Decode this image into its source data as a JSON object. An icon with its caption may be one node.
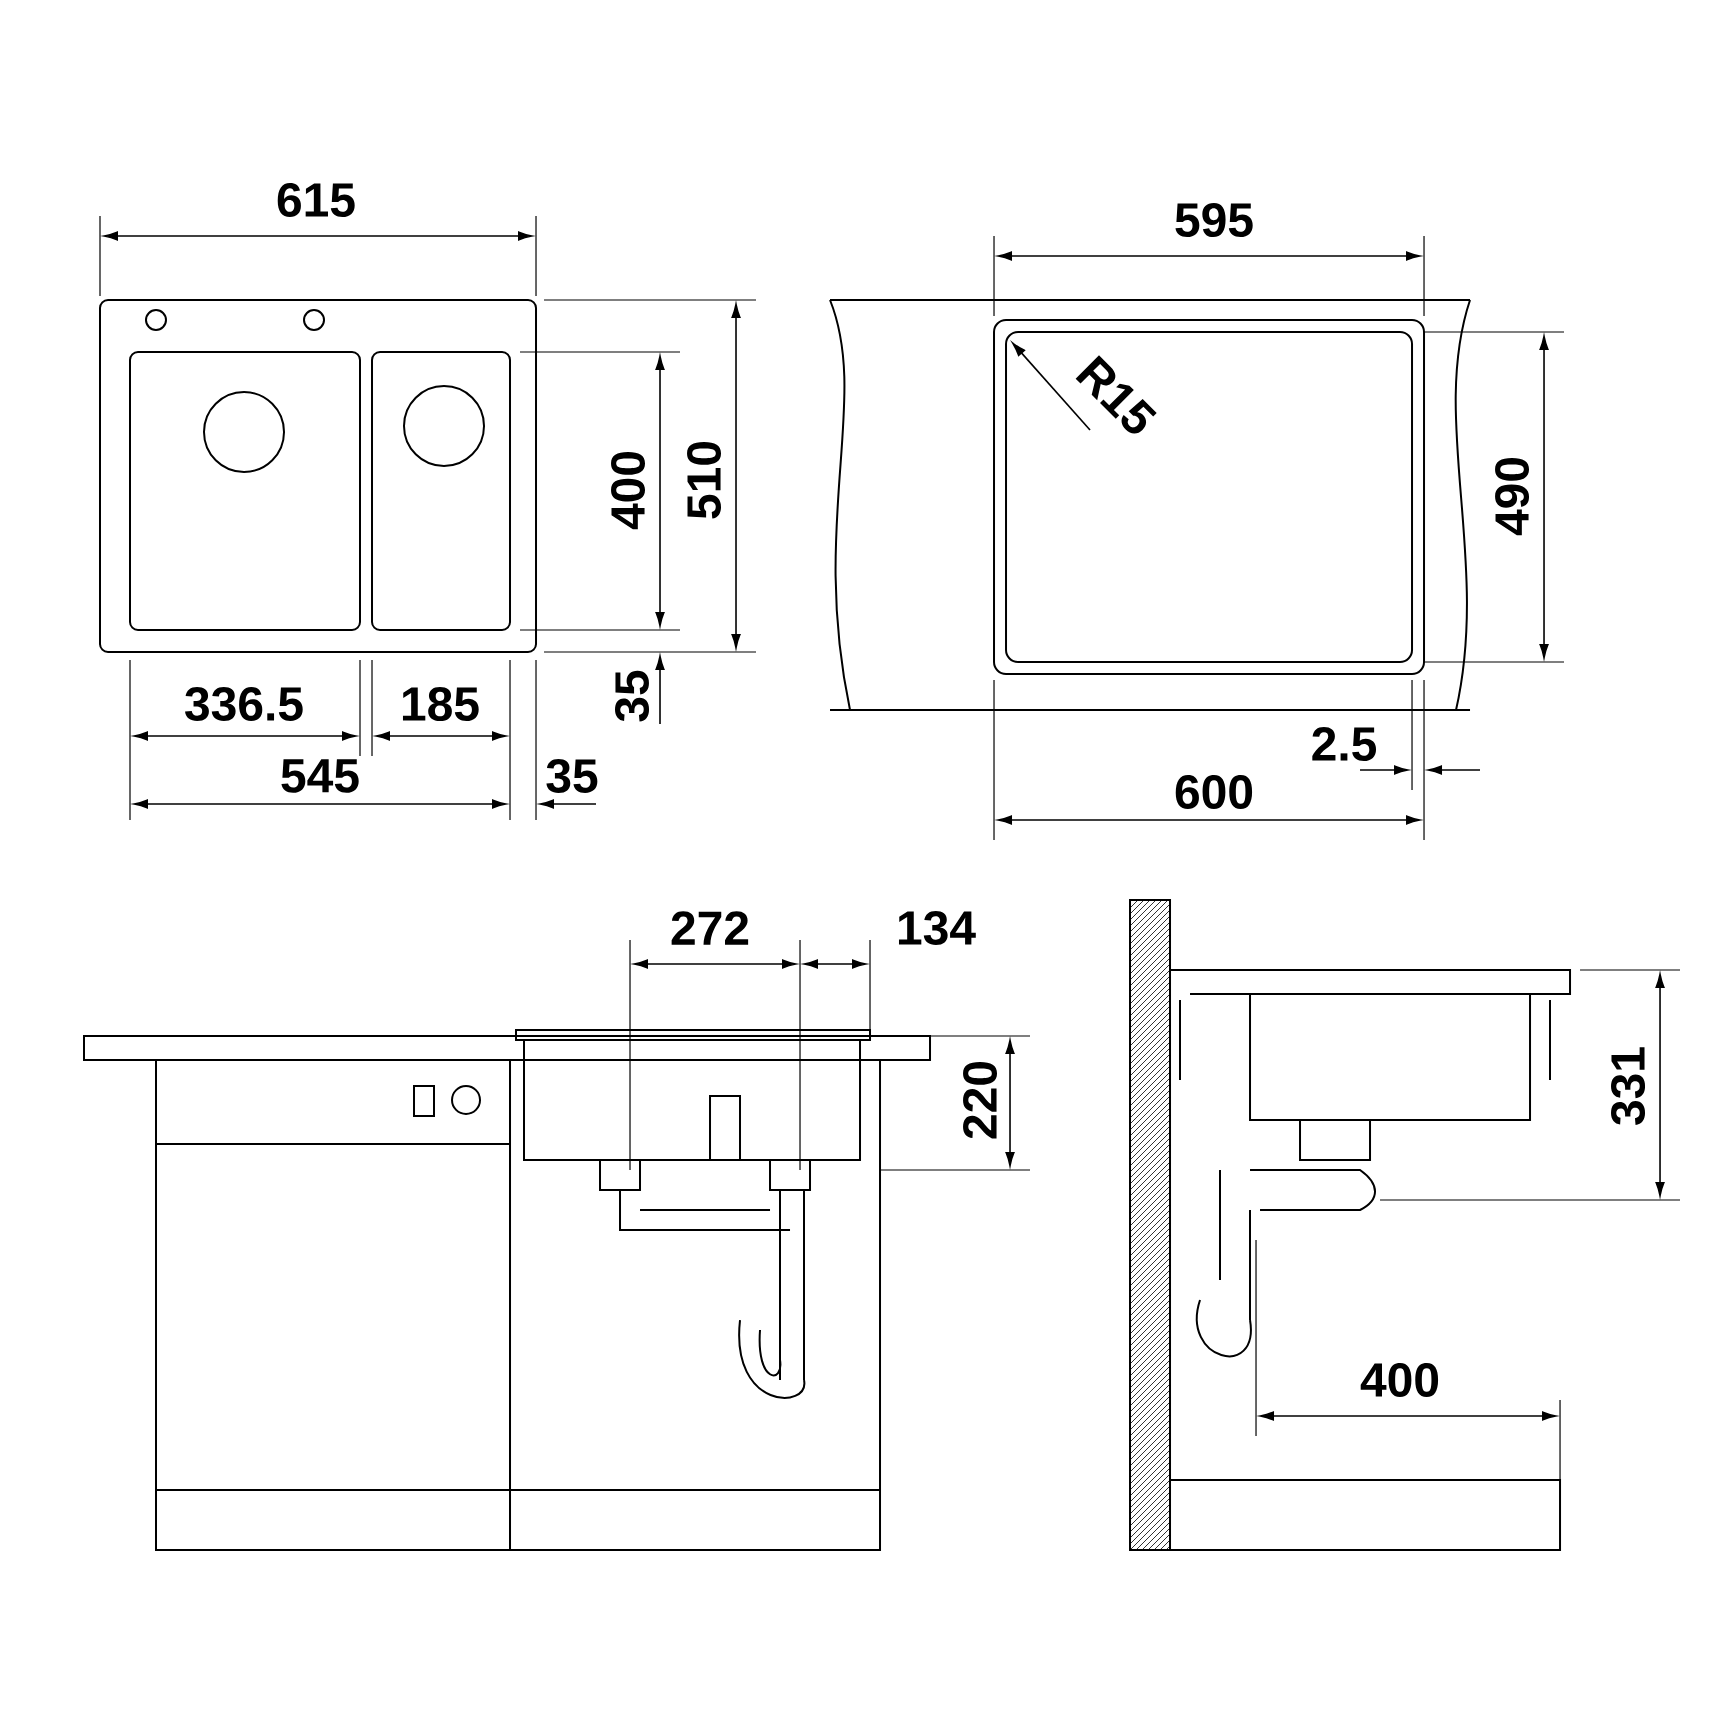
{
  "diagram": {
    "labels": [
      "615",
      "595",
      "400",
      "510",
      "R15",
      "490",
      "336.5",
      "185",
      "35",
      "2.5",
      "545",
      "35",
      "600",
      "272",
      "134",
      "220",
      "331",
      "400"
    ]
  }
}
